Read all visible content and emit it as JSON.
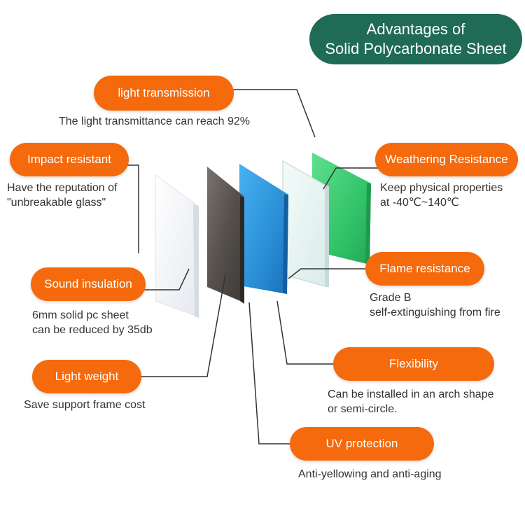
{
  "title": {
    "line1": "Advantages of",
    "line2": "Solid Polycarbonate Sheet",
    "color": "#1f6b55"
  },
  "accent_color": "#f56a0d",
  "features": {
    "light_transmission": {
      "label": "light transmission",
      "desc": [
        "The light transmittance can reach 92%"
      ]
    },
    "impact_resistant": {
      "label": "Impact resistant",
      "desc": [
        "Have the reputation of",
        "\"unbreakable glass\""
      ]
    },
    "sound_insulation": {
      "label": "Sound insulation",
      "desc": [
        "6mm solid pc sheet",
        "can be reduced by 35db"
      ]
    },
    "light_weight": {
      "label": "Light weight",
      "desc": [
        "Save support frame cost"
      ]
    },
    "weathering_resistance": {
      "label": "Weathering Resistance",
      "desc": [
        "Keep physical properties",
        "at -40℃~140℃"
      ]
    },
    "flame_resistance": {
      "label": "Flame resistance",
      "desc": [
        "Grade B",
        "self-extinguishing from fire"
      ]
    },
    "flexibility": {
      "label": "Flexibility",
      "desc": [
        "Can be installed in an arch shape",
        "or semi-circle."
      ]
    },
    "uv_protection": {
      "label": "UV protection",
      "desc": [
        "Anti-yellowing and anti-aging"
      ]
    }
  },
  "sheet_colors": {
    "white": "#f2f4f8",
    "bronze": "#5a5450",
    "blue": "#2d93d8",
    "clear": "#e8f3f2",
    "green": "#3fcf74"
  }
}
